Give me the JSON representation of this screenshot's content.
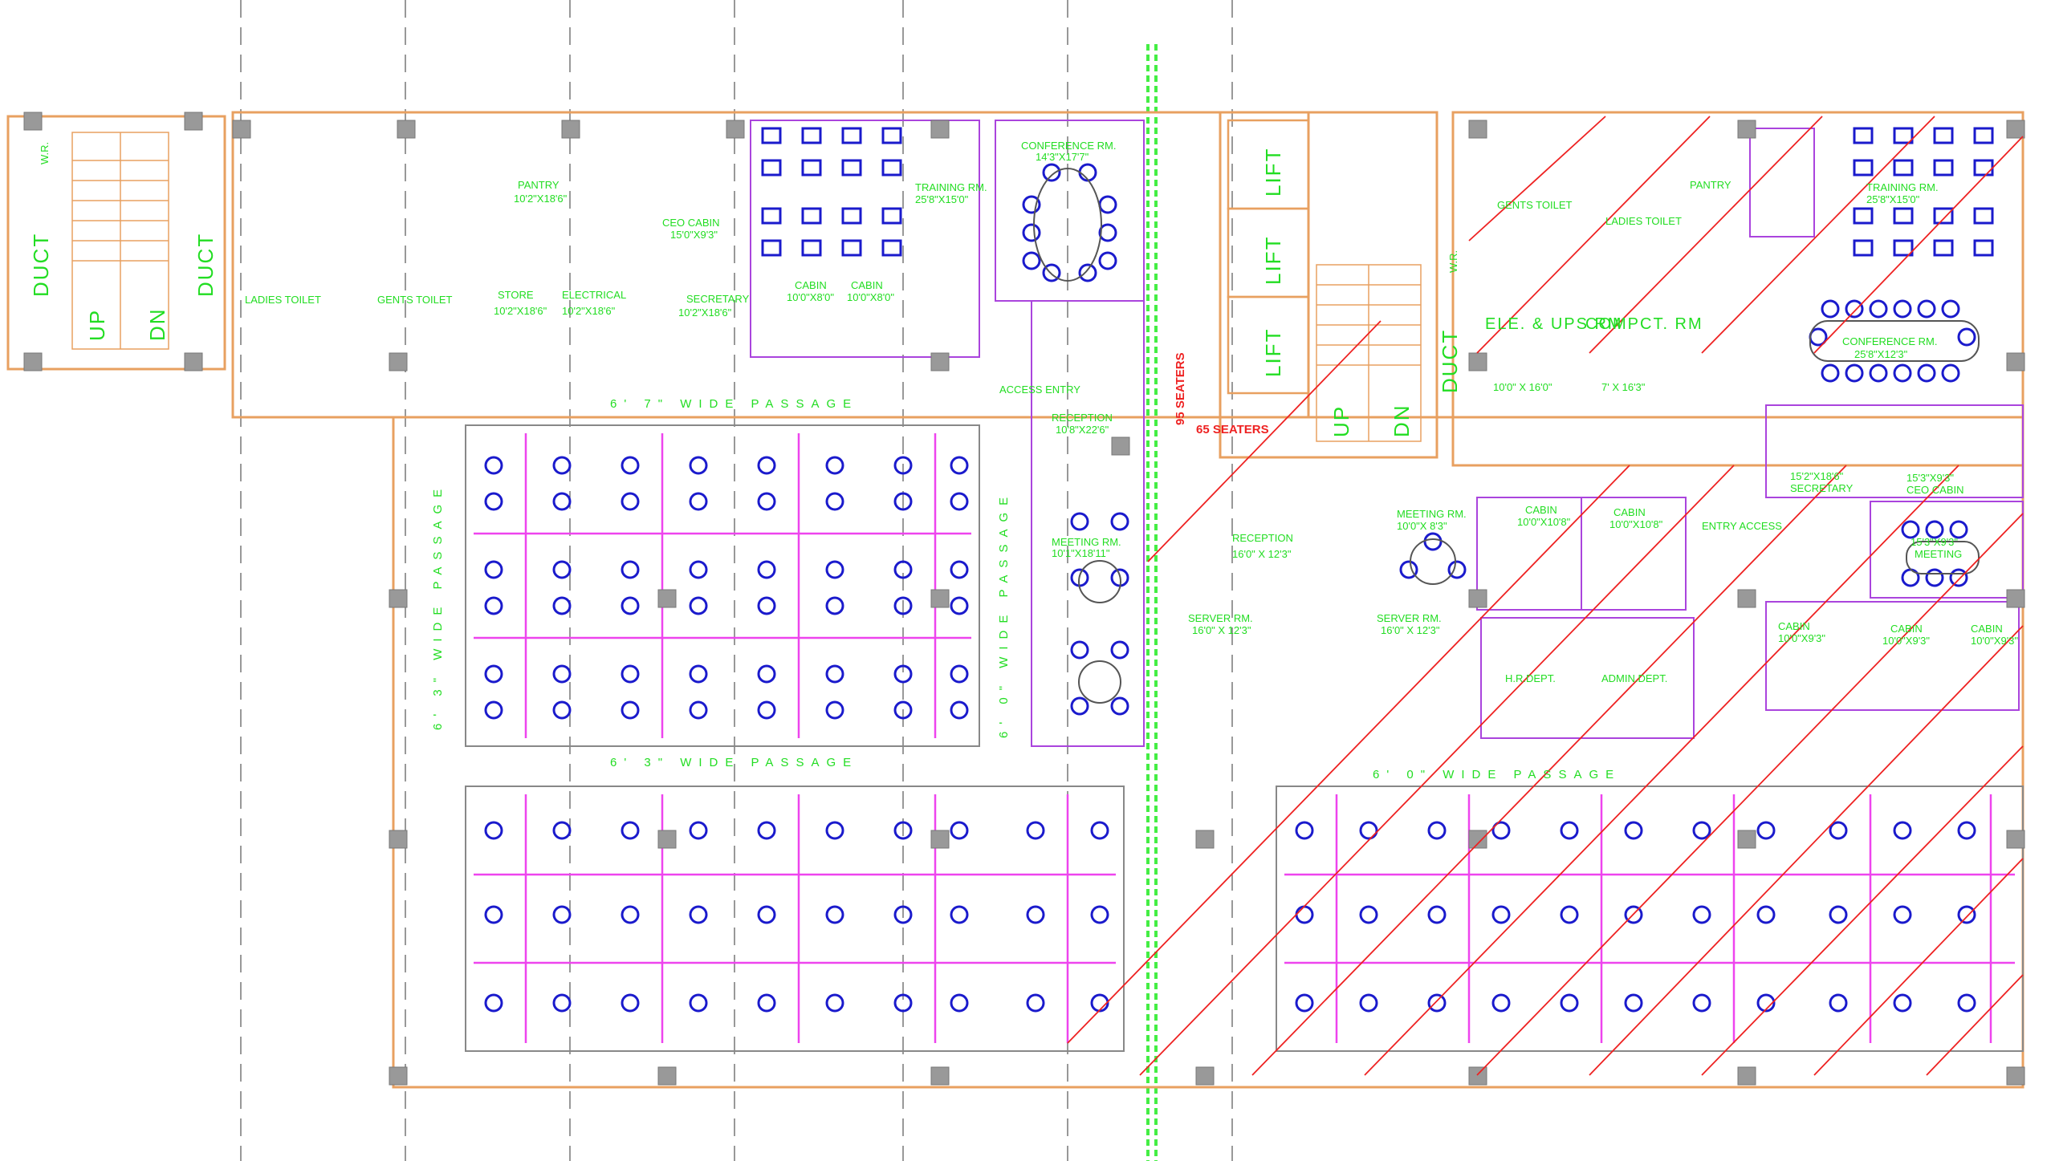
{
  "colors": {
    "wall": "#e8a060",
    "label": "#22dd22",
    "furniture": "#1a1acc",
    "partition": "#ee44ee",
    "hatch": "#ee2222",
    "column": "#909090",
    "grid": "#555555"
  },
  "labels": {
    "duct_left_1": "DUCT",
    "duct_left_2": "DUCT",
    "wr_left": "W.R.",
    "up_left": "UP",
    "dn_left": "DN",
    "ladies_toilet_left": "LADIES TOILET",
    "gents_toilet_left": "GENTS TOILET",
    "pantry_left": "PANTRY",
    "pantry_left_dim": "10'2\"X18'6\"",
    "store": "STORE",
    "store_dim": "10'2\"X18'6\"",
    "electrical": "ELECTRICAL",
    "electrical_dim": "10'2\"X18'6\"",
    "ceo_cabin_left": "CEO CABIN",
    "ceo_cabin_left_dim": "15'0\"X9'3\"",
    "secretary_left": "SECRETARY",
    "secretary_left_dim": "10'2\"X18'6\"",
    "cabin_l1": "CABIN",
    "cabin_l1_dim": "10'0\"X8'0\"",
    "cabin_l2": "CABIN",
    "cabin_l2_dim": "10'0\"X8'0\"",
    "training_left": "TRAINING RM.",
    "training_left_dim": "25'8\"X15'0\"",
    "conference_left": "CONFERENCE RM.",
    "conference_left_dim": "14'3\"X17'7\"",
    "lift_1": "LIFT",
    "lift_2": "LIFT",
    "lift_3": "LIFT",
    "up_right": "UP",
    "dn_right": "DN",
    "duct_right": "DUCT",
    "wr_right": "W.R.",
    "access_entry": "ACCESS ENTRY",
    "reception_left": "RECEPTION",
    "reception_left_dim": "10'8\"X22'6\"",
    "meeting_left": "MEETING RM.",
    "meeting_left_dim": "10'1\"X18'11\"",
    "seaters_95": "95 SEATERS",
    "seaters_65": "65 SEATERS",
    "reception_right": "RECEPTION",
    "reception_right_dim": "16'0\" X 12'3\"",
    "server_left": "SERVER RM.",
    "server_left_dim": "16'0\" X 12'3\"",
    "server_right": "SERVER RM.",
    "server_right_dim": "16'0\" X 12'3\"",
    "meeting_right": "MEETING RM.",
    "meeting_right_dim": "10'0\"X 8'3\"",
    "cabin_r1": "CABIN",
    "cabin_r1_dim": "10'0\"X10'8\"",
    "cabin_r2": "CABIN",
    "cabin_r2_dim": "10'0\"X10'8\"",
    "entry_access": "ENTRY ACCESS",
    "hr_dept": "H.R.DEPT.",
    "admin_dept": "ADMIN.DEPT.",
    "gents_toilet_right": "GENTS TOILET",
    "ladies_toilet_right": "LADIES TOILET",
    "pantry_right": "PANTRY",
    "training_right": "TRAINING RM.",
    "training_right_dim": "25'8\"X15'0\"",
    "ele_ups": "ELE. & UPS RM",
    "ele_ups_dim": "10'0\" X 16'0\"",
    "compct": "COMPCT. RM",
    "compct_dim": "7' X 16'3\"",
    "conference_right": "CONFERENCE RM.",
    "conference_right_dim": "25'8\"X12'3\"",
    "secretary_right": "SECRETARY",
    "secretary_right_dim": "15'2\"X18'6\"",
    "ceo_cabin_right": "CEO CABIN",
    "ceo_cabin_right_dim": "15'3\"X9'3\"",
    "meeting_right2": "MEETING",
    "meeting_right2_dim": "15'3\"X9'3\"",
    "cabin_r3": "CABIN",
    "cabin_r3_dim": "10'0\"X9'3\"",
    "cabin_r4": "CABIN",
    "cabin_r4_dim": "10'0\"X9'3\"",
    "cabin_r5": "CABIN",
    "cabin_r5_dim": "10'0\"X9'3\"",
    "passage_top": "6' 7\" WIDE PASSAGE",
    "passage_mid_left": "6' 3\" WIDE PASSAGE",
    "passage_mid_right": "6' 0\" WIDE PASSAGE",
    "passage_vertical_left": "6' 3\" WIDE PASSAGE",
    "passage_vertical_mid": "6' 0\" WIDE PASSAGE"
  }
}
